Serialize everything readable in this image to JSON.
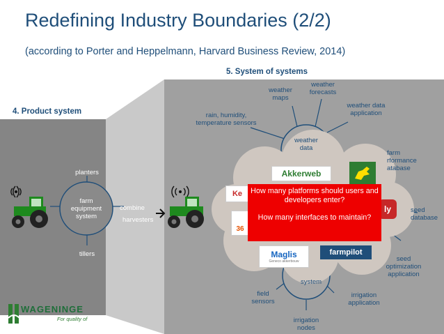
{
  "slide": {
    "title": "Redefining Industry Boundaries (2/2)",
    "subtitle": "(according to Porter and Heppelmann, Harvard Business Review, 2014)"
  },
  "sections": {
    "product_system": "4. Product system",
    "system_of_systems": "5. System of systems"
  },
  "product_system": {
    "hub": "farm\nequipment\nsystem",
    "planters": "planters",
    "tillers": "tillers",
    "combine": "combine",
    "harvesters": "harvesters"
  },
  "system_of_systems": {
    "weather_maps": "weather\nmaps",
    "weather_forecasts": "weather\nforecasts",
    "weather_data_application": "weather data\napplication",
    "sensors": "rain, humidity,\ntemperature sensors",
    "weather_data": "weather\ndata",
    "farm_performance_db": "farm\nrformance\natabase",
    "seed_database": "seed\ndatabase",
    "seed_optimization_application": "seed\noptimization\napplication",
    "irrigation_application": "irrigation\napplication",
    "irrigation_nodes": "irrigation\nnodes",
    "field_sensors": "field\nsensors",
    "system": "system"
  },
  "logos": {
    "akkerweb": "Akkerweb",
    "farmpilot": "farmpilot",
    "maglis": "Maglis",
    "maglis_tag": "Geneco akkerbouw",
    "ke": "Ke",
    "three60": "36",
    "ly": "ly"
  },
  "popup": {
    "question1": "How many platforms should users and developers enter?",
    "question2": "How many interfaces to maintain?"
  },
  "footer": {
    "org": "WAGENINGE",
    "tagline": "For quality of"
  },
  "colors": {
    "title": "#1f4e79",
    "popup": "#ee0000",
    "tractor": "#1e8a1e",
    "panel_left": "#858585",
    "panel_right": "#a0a0a0",
    "cloud": "#cfc7c0"
  }
}
